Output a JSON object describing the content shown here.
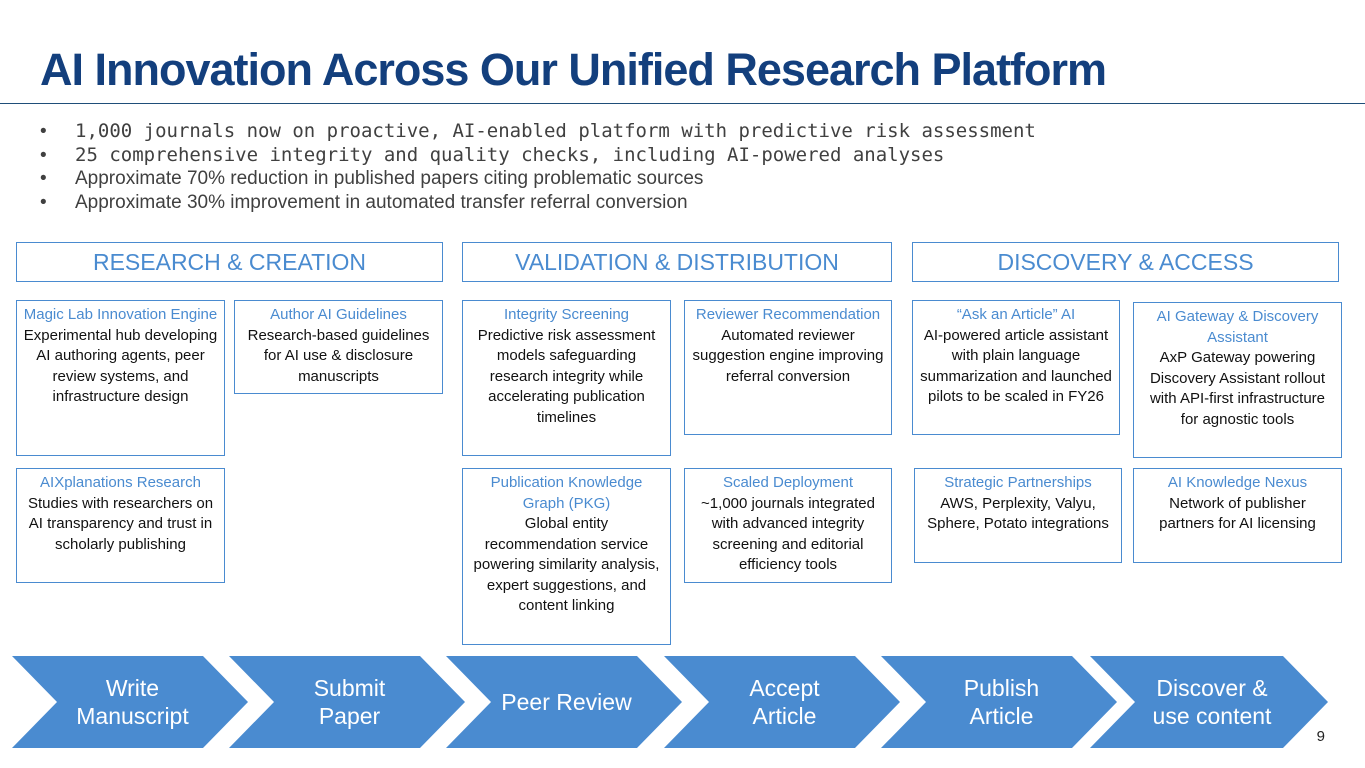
{
  "title": "AI Innovation Across Our Unified Research Platform",
  "bullets": [
    "1,000 journals now on proactive, AI-enabled platform with predictive risk assessment",
    "25 comprehensive integrity and quality checks, including AI-powered analyses",
    "Approximate 70% reduction in published papers citing problematic sources",
    "Approximate 30% improvement in automated transfer referral conversion"
  ],
  "sections": [
    "RESEARCH & CREATION",
    "VALIDATION & DISTRIBUTION",
    "DISCOVERY & ACCESS"
  ],
  "cards": [
    {
      "heading": "Magic Lab Innovation Engine",
      "body": "Experimental hub developing AI authoring agents, peer review systems, and infrastructure design"
    },
    {
      "heading": "Author AI Guidelines",
      "body": "Research-based guidelines for AI use & disclosure manuscripts"
    },
    {
      "heading": "Integrity Screening",
      "body": "Predictive risk assessment models safeguarding research integrity while accelerating publication timelines"
    },
    {
      "heading": "Reviewer Recommendation",
      "body": "Automated reviewer suggestion engine improving referral conversion"
    },
    {
      "heading": "“Ask an Article” AI",
      "body": "AI-powered article assistant with plain language summarization and launched pilots to be scaled in FY26"
    },
    {
      "heading": "AI Gateway & Discovery Assistant",
      "body": "AxP Gateway powering Discovery Assistant rollout with API-first infrastructure for agnostic tools"
    },
    {
      "heading": "AIXplanations Research",
      "body": "Studies with researchers on AI transparency and trust in scholarly publishing"
    },
    {
      "heading": "Publication Knowledge Graph (PKG)",
      "body": "Global entity recommendation service powering similarity analysis, expert suggestions, and content linking"
    },
    {
      "heading": "Scaled Deployment",
      "body": "~1,000 journals integrated with advanced integrity screening and editorial efficiency tools"
    },
    {
      "heading": "Strategic Partnerships",
      "body": "AWS, Perplexity, Valyu, Sphere, Potato integrations"
    },
    {
      "heading": "AI Knowledge Nexus",
      "body": "Network of publisher partners for AI licensing"
    }
  ],
  "steps": [
    "Write\nManuscript",
    "Submit\nPaper",
    "Peer Review",
    "Accept\nArticle",
    "Publish\nArticle",
    "Discover &\nuse content"
  ],
  "page_number": "9",
  "colors": {
    "title": "#133f7d",
    "accent": "#4a8bd0",
    "chevron": "#4a8bd0"
  }
}
